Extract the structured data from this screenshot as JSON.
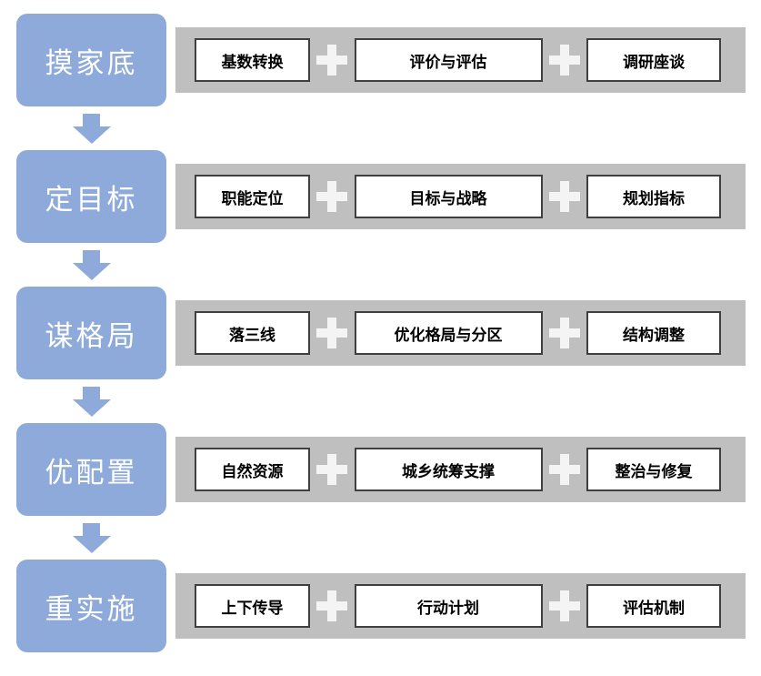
{
  "diagram": {
    "title": "territorial-planning-process-flow",
    "plus_symbol": "+",
    "colors": {
      "stage_blue": "#8EAADB",
      "bar_gray": "#BFBFBF",
      "step_border": "#3F3F3F",
      "plus_white": "#F4F4F4",
      "arrow_blue": "#8EAADB"
    },
    "rows": [
      {
        "stage": "摸家底",
        "steps": [
          "基数转换",
          "评价与评估",
          "调研座谈"
        ]
      },
      {
        "stage": "定目标",
        "steps": [
          "职能定位",
          "目标与战略",
          "规划指标"
        ]
      },
      {
        "stage": "谋格局",
        "steps": [
          "落三线",
          "优化格局与分区",
          "结构调整"
        ]
      },
      {
        "stage": "优配置",
        "steps": [
          "自然资源",
          "城乡统筹支撑",
          "整治与修复"
        ]
      },
      {
        "stage": "重实施",
        "steps": [
          "上下传导",
          "行动计划",
          "评估机制"
        ]
      }
    ]
  }
}
